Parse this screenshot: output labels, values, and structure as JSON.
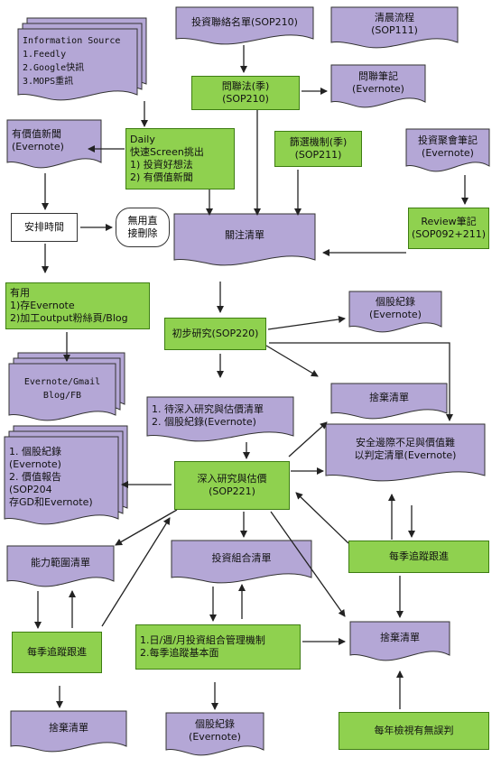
{
  "colors": {
    "doc_fill": "#b4a7d6",
    "process_fill": "#8fd14f",
    "line": "#222222"
  },
  "nodes": {
    "info_source": {
      "lines": [
        "Information Source",
        "1.Feedly",
        "2.Google快訊",
        "3.MOPS重訊"
      ]
    },
    "contact_list": {
      "label": "投資聯絡名單(SOP210)"
    },
    "morning": {
      "label": "清晨流程\n(SOP111)"
    },
    "visit": {
      "label": "問聯法(季)\n(SOP210)"
    },
    "visit_notes": {
      "label": "問聯筆記\n(Evernote)"
    },
    "valuable_news": {
      "label": "有價值新聞\n(Evernote)"
    },
    "daily": {
      "label": "Daily\n快速Screen挑出\n1) 投資好想法\n2) 有價值新聞"
    },
    "screen": {
      "label": "篩選機制(季)\n(SOP211)"
    },
    "meeting_notes": {
      "label": "投資聚會筆記\n(Evernote)"
    },
    "schedule": {
      "label": "安排時間"
    },
    "delete": {
      "label": "無用直\n接刪除"
    },
    "watchlist": {
      "label": "關注清單"
    },
    "review": {
      "label": "Review筆記\n(SOP092+211)"
    },
    "useful": {
      "label": "有用\n1)存Evernote\n2)加工output粉絲頁/Blog"
    },
    "stock_record_1": {
      "label": "個股紀錄\n(Evernote)"
    },
    "initial": {
      "label": "初步研究(SOP220)"
    },
    "evernote_blog": {
      "label": "Evernote/Gmail\nBlog/FB"
    },
    "pending": {
      "label": "1. 待深入研究與估價清單\n2. 個股紀錄(Evernote)"
    },
    "discard_1": {
      "label": "捨棄清單"
    },
    "report": {
      "label": "1. 個股紀錄\n(Evernote)\n2. 價值報告\n(SOP204\n存GD和Evernote)"
    },
    "deep": {
      "label": "深入研究與估價\n(SOP221)"
    },
    "margin": {
      "label": "安全邊際不足與價值難\n以判定清單(Evernote)"
    },
    "competence": {
      "label": "能力範圍清單"
    },
    "portfolio": {
      "label": "投資組合清單"
    },
    "quarterly_right": {
      "label": "每季追蹤跟進"
    },
    "mechanism": {
      "label": "1.日/週/月投資組合管理機制\n2.每季追蹤基本面"
    },
    "discard_2": {
      "label": "捨棄清單"
    },
    "quarterly_left": {
      "label": "每季追蹤跟進"
    },
    "discard_3": {
      "label": "捨棄清單"
    },
    "stock_record_2": {
      "label": "個股紀錄\n(Evernote)"
    },
    "yearly": {
      "label": "每年檢視有無誤判"
    }
  }
}
